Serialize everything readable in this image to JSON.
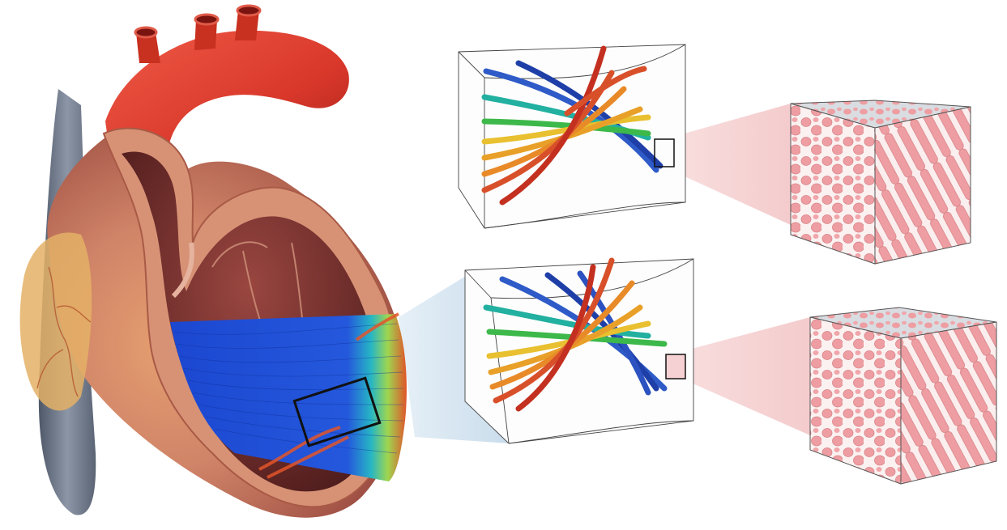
{
  "figure": {
    "panels": [
      {
        "name": "heart-cutaway",
        "fiber_colors": [
          "#1f4fd6",
          "#2a8be0",
          "#2cc18a",
          "#e8d040",
          "#e8792a",
          "#d23a22"
        ]
      },
      {
        "name": "fiber-block-top",
        "fiber_colors": [
          "#1f3fa8",
          "#2b70d0",
          "#22b0a0",
          "#3db84a",
          "#e8c030",
          "#e88a28",
          "#d8502a",
          "#c43020"
        ]
      },
      {
        "name": "fiber-block-bottom",
        "fiber_colors": [
          "#1f3fa8",
          "#2b70d0",
          "#22b0a0",
          "#3db84a",
          "#e8c030",
          "#e88a28",
          "#d8502a",
          "#c43020"
        ]
      },
      {
        "name": "tissue-cube-top",
        "cell_color": "#f2a3a6"
      },
      {
        "name": "tissue-cube-bottom",
        "cell_color": "#f2a3a6"
      }
    ],
    "colors": {
      "aorta": "#d8372a",
      "vena-cava": "#6a7585",
      "myocardium": "#c9746a",
      "chamber": "#7a3030",
      "zoom-blue": "#cfe0ee",
      "zoom-pink": "#f6d2d3",
      "cell": "#f2a3a6"
    }
  }
}
